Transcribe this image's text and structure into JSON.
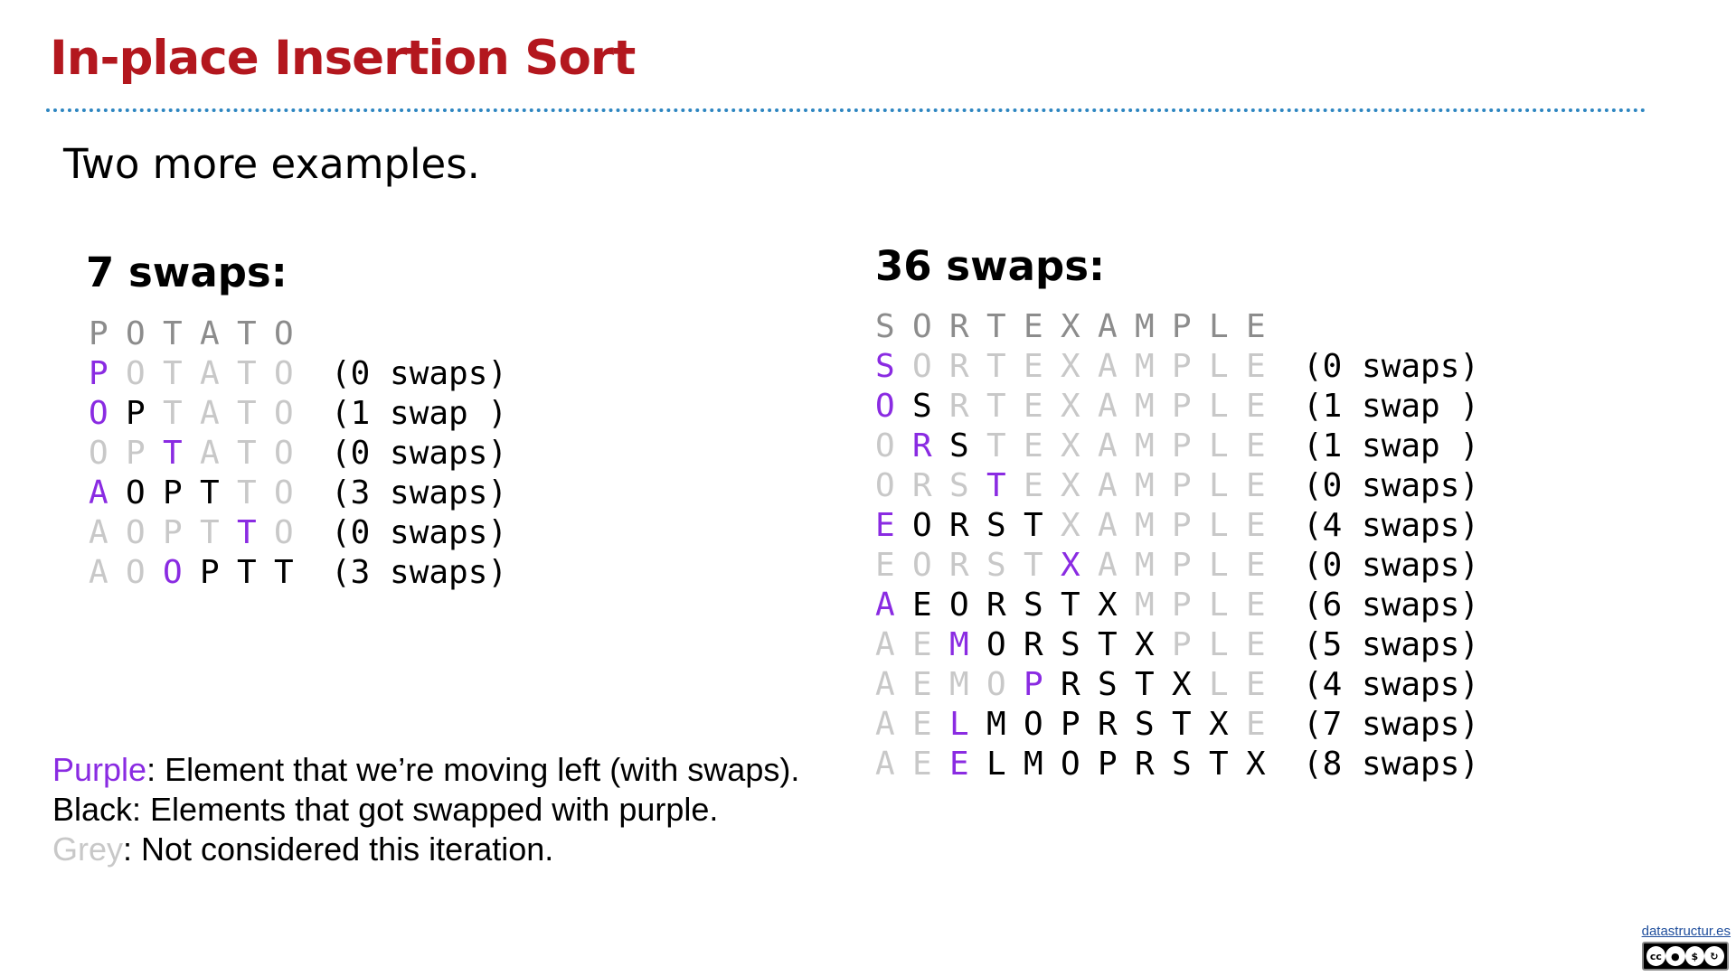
{
  "title": "In-place Insertion Sort",
  "subtitle": "Two more examples.",
  "colors": {
    "title": "#B3171E",
    "purple": "#8A2BE2",
    "black": "#000000",
    "grey": "#C8C8C8",
    "header": "#8C8C8C",
    "divider": "#2E86C1"
  },
  "example1": {
    "heading": "7 swaps:",
    "header_letters": [
      "P",
      "O",
      "T",
      "A",
      "T",
      "O"
    ],
    "rows": [
      {
        "letters": [
          "P",
          "O",
          "T",
          "A",
          "T",
          "O"
        ],
        "colors": [
          "p",
          "g",
          "g",
          "g",
          "g",
          "g"
        ],
        "count": "(0 swaps)"
      },
      {
        "letters": [
          "O",
          "P",
          "T",
          "A",
          "T",
          "O"
        ],
        "colors": [
          "p",
          "b",
          "g",
          "g",
          "g",
          "g"
        ],
        "count": "(1 swap )"
      },
      {
        "letters": [
          "O",
          "P",
          "T",
          "A",
          "T",
          "O"
        ],
        "colors": [
          "g",
          "g",
          "p",
          "g",
          "g",
          "g"
        ],
        "count": "(0 swaps)"
      },
      {
        "letters": [
          "A",
          "O",
          "P",
          "T",
          "T",
          "O"
        ],
        "colors": [
          "p",
          "b",
          "b",
          "b",
          "g",
          "g"
        ],
        "count": "(3 swaps)"
      },
      {
        "letters": [
          "A",
          "O",
          "P",
          "T",
          "T",
          "O"
        ],
        "colors": [
          "g",
          "g",
          "g",
          "g",
          "p",
          "g"
        ],
        "count": "(0 swaps)"
      },
      {
        "letters": [
          "A",
          "O",
          "O",
          "P",
          "T",
          "T"
        ],
        "colors": [
          "g",
          "g",
          "p",
          "b",
          "b",
          "b"
        ],
        "count": "(3 swaps)"
      }
    ]
  },
  "example2": {
    "heading": "36 swaps:",
    "header_letters": [
      "S",
      "O",
      "R",
      "T",
      "E",
      "X",
      "A",
      "M",
      "P",
      "L",
      "E"
    ],
    "rows": [
      {
        "letters": [
          "S",
          "O",
          "R",
          "T",
          "E",
          "X",
          "A",
          "M",
          "P",
          "L",
          "E"
        ],
        "colors": [
          "p",
          "g",
          "g",
          "g",
          "g",
          "g",
          "g",
          "g",
          "g",
          "g",
          "g"
        ],
        "count": "(0 swaps)"
      },
      {
        "letters": [
          "O",
          "S",
          "R",
          "T",
          "E",
          "X",
          "A",
          "M",
          "P",
          "L",
          "E"
        ],
        "colors": [
          "p",
          "b",
          "g",
          "g",
          "g",
          "g",
          "g",
          "g",
          "g",
          "g",
          "g"
        ],
        "count": "(1 swap )"
      },
      {
        "letters": [
          "O",
          "R",
          "S",
          "T",
          "E",
          "X",
          "A",
          "M",
          "P",
          "L",
          "E"
        ],
        "colors": [
          "g",
          "p",
          "b",
          "g",
          "g",
          "g",
          "g",
          "g",
          "g",
          "g",
          "g"
        ],
        "count": "(1 swap )"
      },
      {
        "letters": [
          "O",
          "R",
          "S",
          "T",
          "E",
          "X",
          "A",
          "M",
          "P",
          "L",
          "E"
        ],
        "colors": [
          "g",
          "g",
          "g",
          "p",
          "g",
          "g",
          "g",
          "g",
          "g",
          "g",
          "g"
        ],
        "count": "(0 swaps)"
      },
      {
        "letters": [
          "E",
          "O",
          "R",
          "S",
          "T",
          "X",
          "A",
          "M",
          "P",
          "L",
          "E"
        ],
        "colors": [
          "p",
          "b",
          "b",
          "b",
          "b",
          "g",
          "g",
          "g",
          "g",
          "g",
          "g"
        ],
        "count": "(4 swaps)"
      },
      {
        "letters": [
          "E",
          "O",
          "R",
          "S",
          "T",
          "X",
          "A",
          "M",
          "P",
          "L",
          "E"
        ],
        "colors": [
          "g",
          "g",
          "g",
          "g",
          "g",
          "p",
          "g",
          "g",
          "g",
          "g",
          "g"
        ],
        "count": "(0 swaps)"
      },
      {
        "letters": [
          "A",
          "E",
          "O",
          "R",
          "S",
          "T",
          "X",
          "M",
          "P",
          "L",
          "E"
        ],
        "colors": [
          "p",
          "b",
          "b",
          "b",
          "b",
          "b",
          "b",
          "g",
          "g",
          "g",
          "g"
        ],
        "count": "(6 swaps)"
      },
      {
        "letters": [
          "A",
          "E",
          "M",
          "O",
          "R",
          "S",
          "T",
          "X",
          "P",
          "L",
          "E"
        ],
        "colors": [
          "g",
          "g",
          "p",
          "b",
          "b",
          "b",
          "b",
          "b",
          "g",
          "g",
          "g"
        ],
        "count": "(5 swaps)"
      },
      {
        "letters": [
          "A",
          "E",
          "M",
          "O",
          "P",
          "R",
          "S",
          "T",
          "X",
          "L",
          "E"
        ],
        "colors": [
          "g",
          "g",
          "g",
          "g",
          "p",
          "b",
          "b",
          "b",
          "b",
          "g",
          "g"
        ],
        "count": "(4 swaps)"
      },
      {
        "letters": [
          "A",
          "E",
          "L",
          "M",
          "O",
          "P",
          "R",
          "S",
          "T",
          "X",
          "E"
        ],
        "colors": [
          "g",
          "g",
          "p",
          "b",
          "b",
          "b",
          "b",
          "b",
          "b",
          "b",
          "g"
        ],
        "count": "(7 swaps)"
      },
      {
        "letters": [
          "A",
          "E",
          "E",
          "L",
          "M",
          "O",
          "P",
          "R",
          "S",
          "T",
          "X"
        ],
        "colors": [
          "g",
          "g",
          "p",
          "b",
          "b",
          "b",
          "b",
          "b",
          "b",
          "b",
          "b"
        ],
        "count": "(8 swaps)"
      }
    ]
  },
  "legend": {
    "purple_word": "Purple",
    "purple_text": ": Element that we’re moving left (with swaps).",
    "black_text": "Black: Elements that got swapped with purple.",
    "grey_word": "Grey",
    "grey_text": ": Not considered this iteration."
  },
  "credit": {
    "link": "datastructur.es",
    "license_icon": "cc-by-nc-sa-icon"
  }
}
